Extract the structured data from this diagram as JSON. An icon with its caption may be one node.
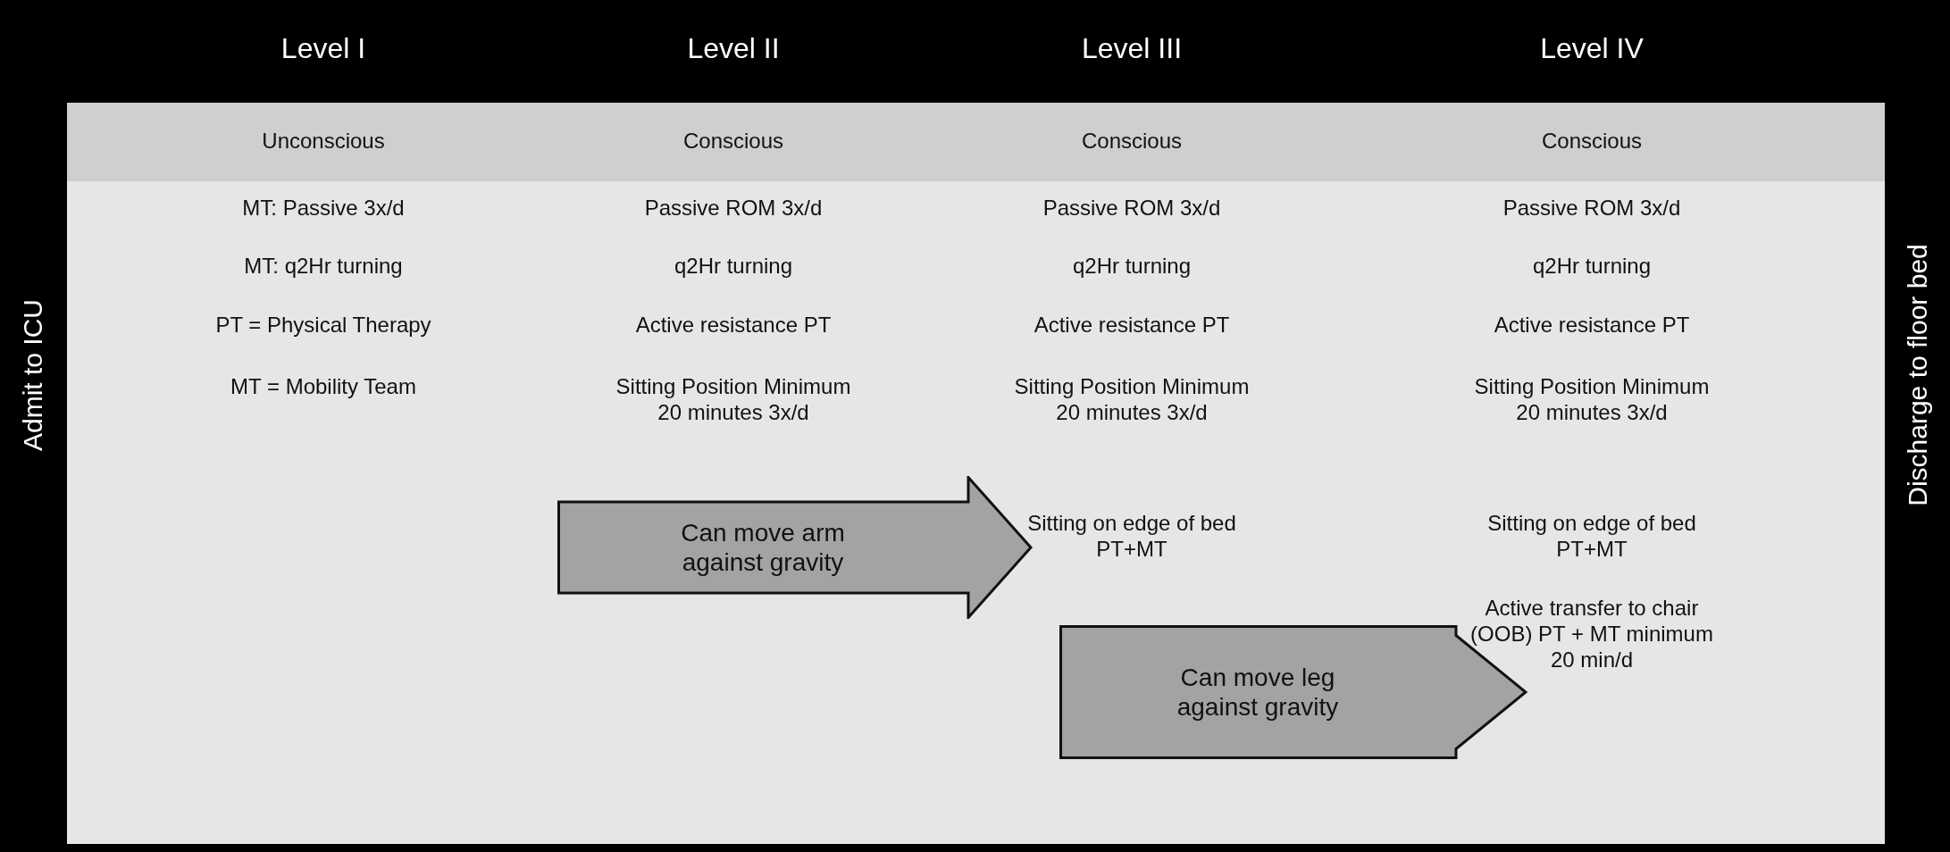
{
  "diagram": {
    "nodes": [
      {
        "text": [
          "Can move arm against gravity"
        ]
      },
      {
        "text": [
          "Can move leg against gravity"
        ]
      }
    ],
    "labels": [
      "Level I",
      "Level II",
      "Level III",
      "Level IV",
      "Unconscious",
      "Conscious",
      "Conscious",
      "Conscious",
      "MT: Passive 3x/d",
      "Passive ROM 3x/d",
      "Passive ROM 3x/d",
      "Passive ROM 3x/d",
      "MT: q2Hr turning",
      "q2Hr turning",
      "q2Hr turning",
      "q2Hr turning",
      "PT = Physical Therapy",
      "Active resistance PT",
      "Active resistance PT",
      "Active resistance PT",
      "MT = Mobility Team",
      "Sitting Position Minimum 20 minutes 3x/d",
      "Sitting Position Minimum 20 minutes 3x/d",
      "Sitting Position Minimum 20 minutes 3x/d",
      "Sitting on edge of bed PT+MT",
      "Sitting on edge of bed PT+MT",
      "Active transfer to chair (OOB) PT + MT minimum 20 min/d",
      "Admit to ICU",
      "Discharge to floor bed"
    ]
  }
}
